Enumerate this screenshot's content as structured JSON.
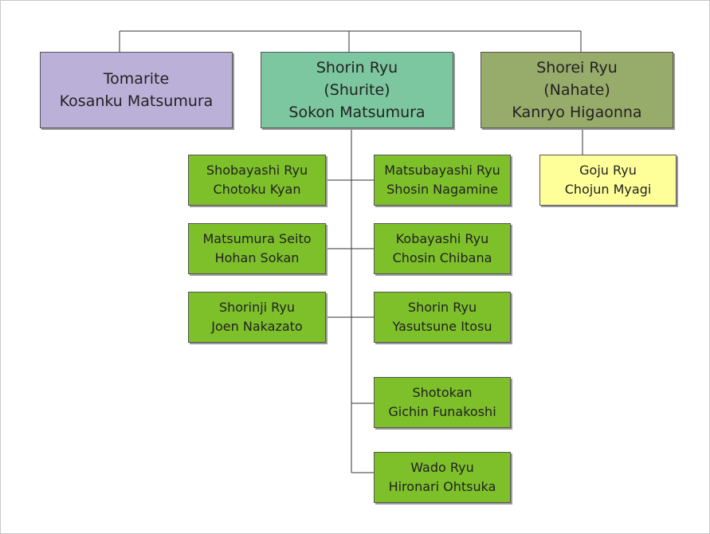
{
  "top": {
    "tomarite": [
      "Tomarite",
      "Kosanku Matsumura"
    ],
    "shorin": [
      "Shorin Ryu",
      "(Shurite)",
      "Sokon Matsumura"
    ],
    "shorei": [
      "Shorei Ryu",
      "(Nahate)",
      "Kanryo Higaonna"
    ]
  },
  "left": [
    [
      "Shobayashi Ryu",
      "Chotoku Kyan"
    ],
    [
      "Matsumura Seito",
      "Hohan Sokan"
    ],
    [
      "Shorinji Ryu",
      "Joen Nakazato"
    ]
  ],
  "right": [
    [
      "Matsubayashi Ryu",
      "Shosin Nagamine"
    ],
    [
      "Kobayashi Ryu",
      "Chosin Chibana"
    ],
    [
      "Shorin Ryu",
      "Yasutsune Itosu"
    ],
    [
      "Shotokan",
      "Gichin Funakoshi"
    ],
    [
      "Wado Ryu",
      "Hironari Ohtsuka"
    ]
  ],
  "goju": [
    "Goju Ryu",
    "Chojun Myagi"
  ],
  "colors": {
    "tomarite": "#bbb0d8",
    "shorin": "#7cc7a0",
    "shorei": "#97ab6a",
    "branch": "#7dc02a",
    "goju": "#ffff99"
  }
}
